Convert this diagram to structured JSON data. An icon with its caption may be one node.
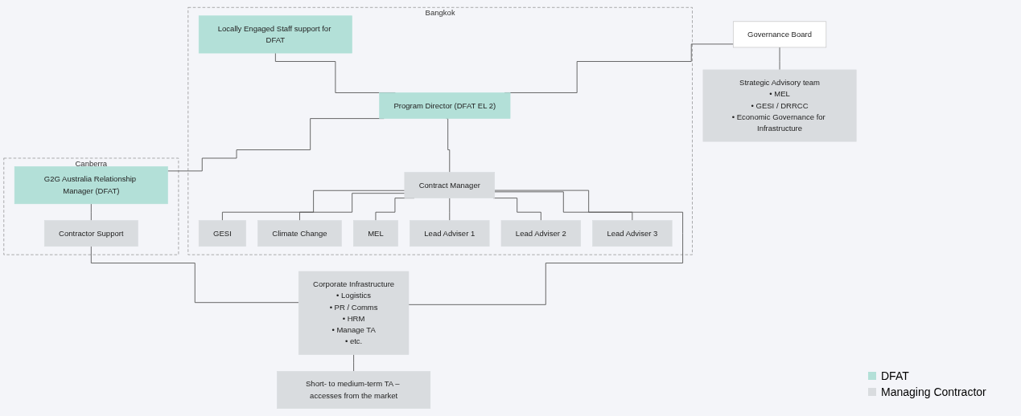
{
  "diagram": {
    "nodes": [
      {
        "text": [
          "Governance Board"
        ]
      },
      {
        "text": [
          "Bangkok"
        ]
      },
      {
        "text": [
          "Locally Engaged Staff support for DFAT"
        ],
        "in": 1
      },
      {
        "text": [
          "Program Director (DFAT EL 2)"
        ],
        "in": 1
      },
      {
        "text": [
          "Contract Manager"
        ],
        "in": 1
      },
      {
        "text": [
          "GESI"
        ],
        "in": 1
      },
      {
        "text": [
          "Climate Change"
        ],
        "in": 1
      },
      {
        "text": [
          "MEL"
        ],
        "in": 1
      },
      {
        "text": [
          "Lead Adviser 1"
        ],
        "in": 1
      },
      {
        "text": [
          "Lead Adviser 2"
        ],
        "in": 1
      },
      {
        "text": [
          "Lead Adviser 3"
        ],
        "in": 1
      },
      {
        "text": [
          "Canberra"
        ]
      },
      {
        "text": [
          "G2G Australia Relationship Manager (DFAT)"
        ],
        "in": 11
      },
      {
        "text": [
          "Contractor Support"
        ],
        "in": 11
      },
      {
        "text": [
          "Corporate Infrastructure",
          "• Logistics",
          "• PR / Comms",
          "• HRM",
          "• Manage TA",
          "• etc."
        ]
      },
      {
        "text": [
          "Strategic Advisory team",
          "• MEL",
          "• GESI / DRRCC",
          "• Economic Governance for Infrastructure"
        ]
      },
      {
        "text": [
          "Short- to medium-term TA – accesses from the market"
        ]
      }
    ],
    "edges": [
      {
        "from": 0,
        "to": 3,
        "arrow": "none"
      },
      {
        "from": 0,
        "to": 15,
        "arrow": "none"
      },
      {
        "from": 2,
        "to": 3,
        "arrow": "none"
      },
      {
        "from": 3,
        "to": 12,
        "arrow": "none"
      },
      {
        "from": 12,
        "to": 13,
        "arrow": "none"
      },
      {
        "from": 3,
        "to": 4,
        "arrow": "none"
      },
      {
        "from": 4,
        "to": 5,
        "arrow": "none"
      },
      {
        "from": 4,
        "to": 6,
        "arrow": "none"
      },
      {
        "from": 4,
        "to": 7,
        "arrow": "none"
      },
      {
        "from": 4,
        "to": 8,
        "arrow": "none"
      },
      {
        "from": 4,
        "to": 9,
        "arrow": "none"
      },
      {
        "from": 4,
        "to": 10,
        "arrow": "none"
      },
      {
        "from": 4,
        "to": 14,
        "arrow": "none"
      },
      {
        "from": 13,
        "to": 14,
        "arrow": "none"
      },
      {
        "from": 14,
        "to": 16,
        "arrow": "none"
      }
    ],
    "legend": [
      {
        "text": "DFAT",
        "color": "#b3e0d8"
      },
      {
        "text": "Managing Contractor",
        "color": "#d9dcdf"
      }
    ]
  }
}
